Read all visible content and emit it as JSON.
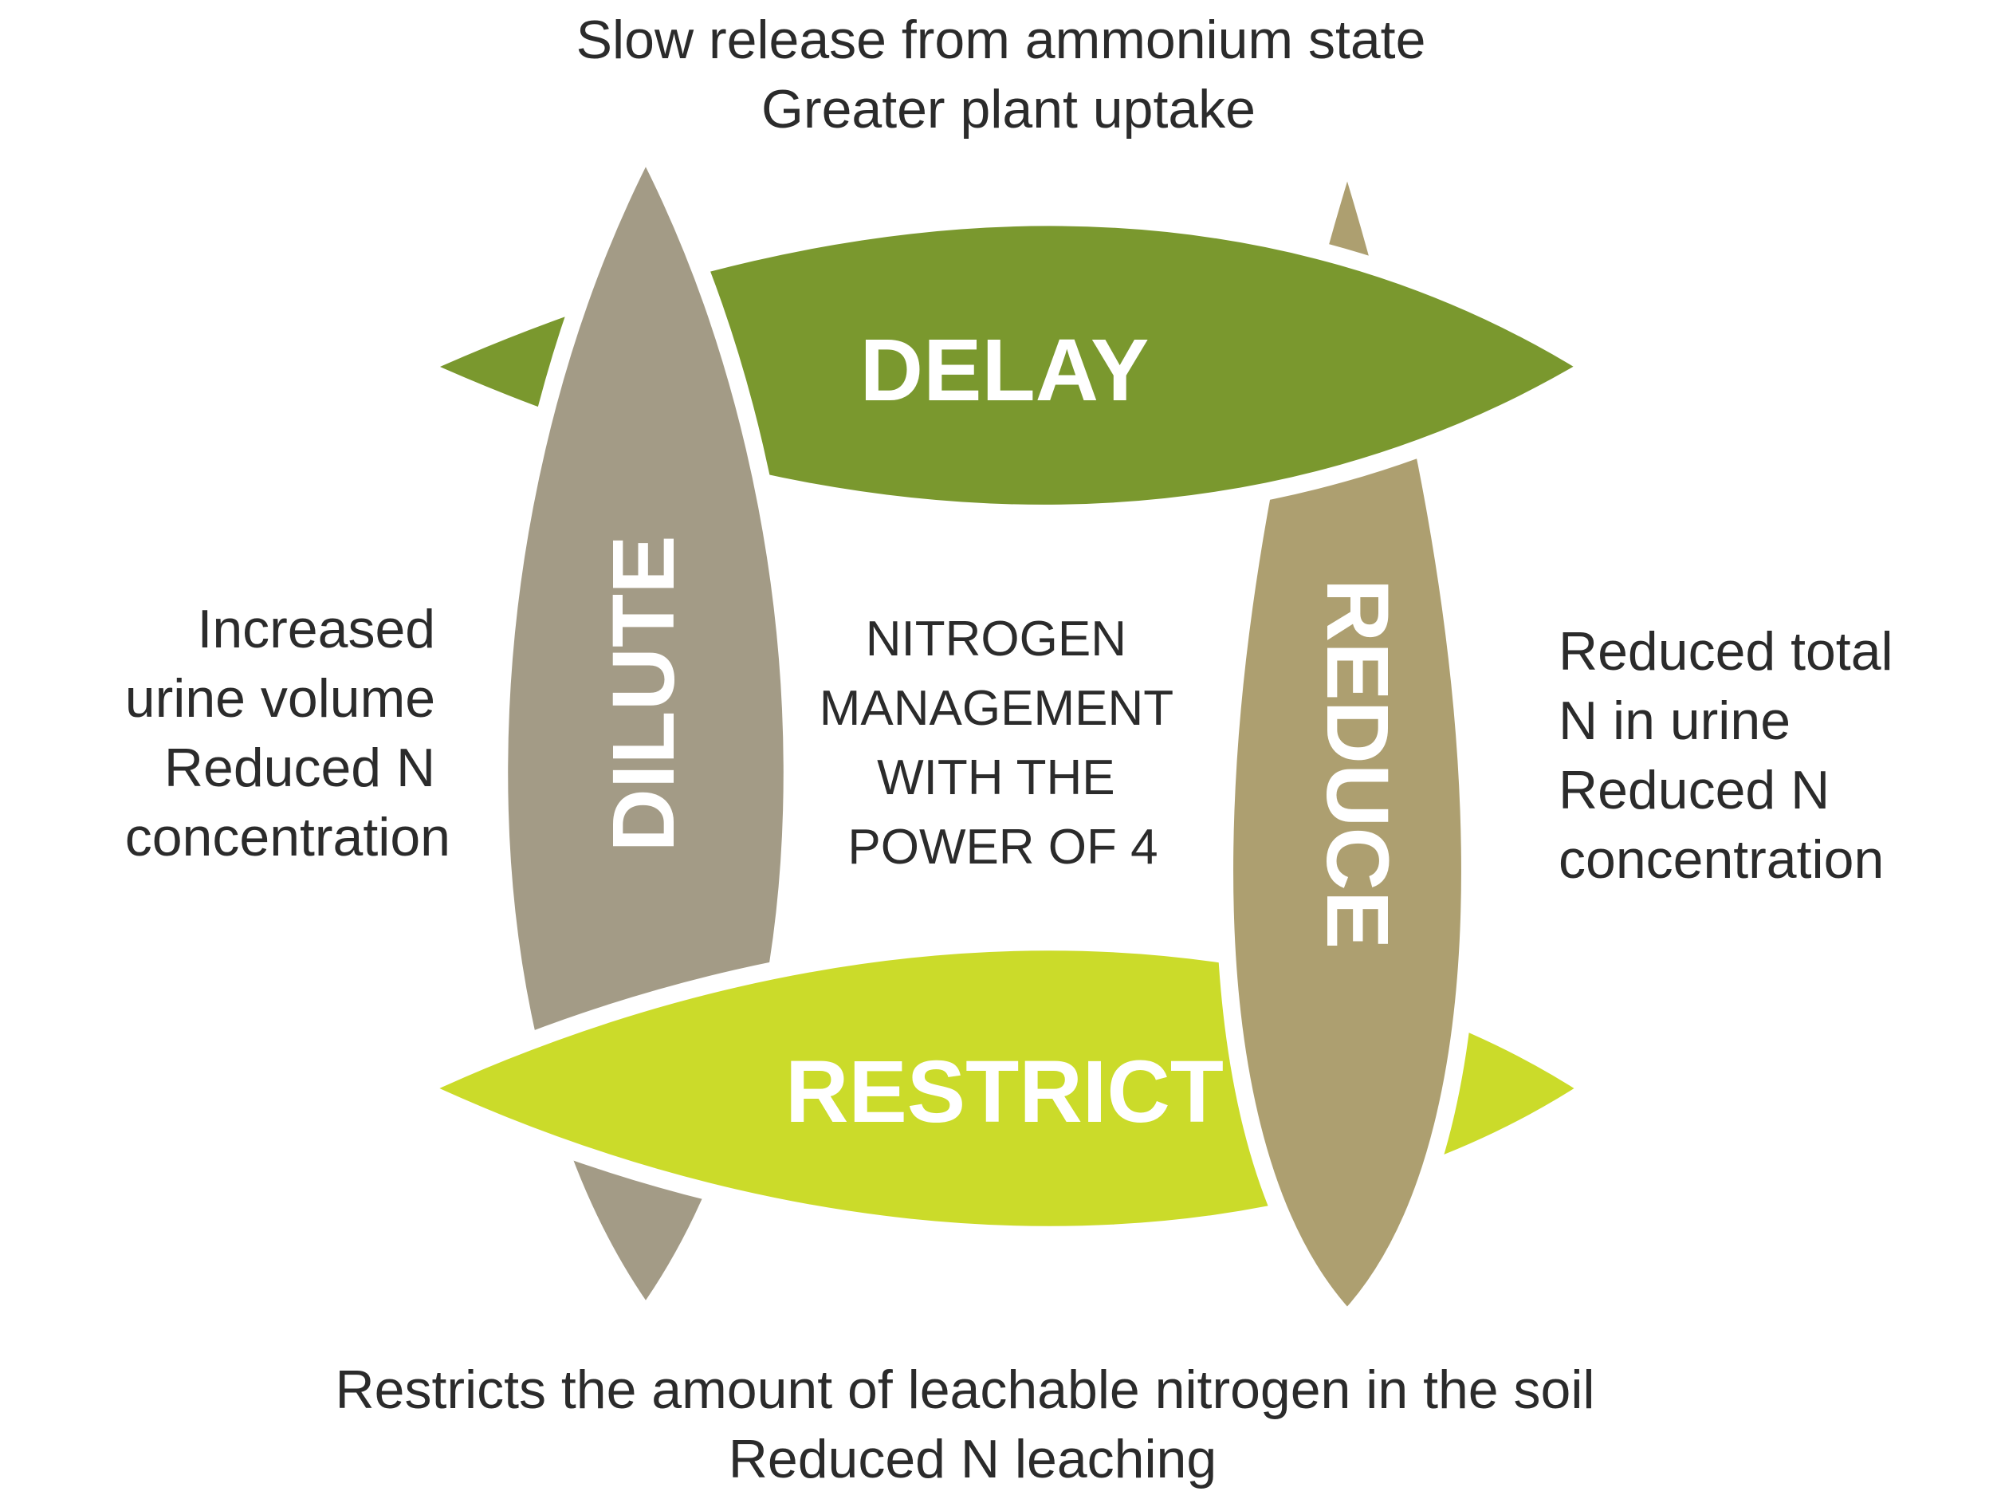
{
  "colors": {
    "delay": "#7a982e",
    "restrict": "#cbdb2a",
    "dilute": "#a39b86",
    "reduce": "#ad9f70",
    "text": "#2b2b2b",
    "label": "#ffffff"
  },
  "center": {
    "lines": [
      "NITROGEN",
      "MANAGEMENT",
      "WITH THE",
      "POWER OF 4"
    ]
  },
  "petals": {
    "delay": "DELAY",
    "restrict": "RESTRICT",
    "dilute": "DILUTE",
    "reduce": "REDUCE"
  },
  "notes": {
    "top": [
      "Slow release from ammonium state",
      "Greater plant uptake"
    ],
    "left": [
      "Increased",
      "urine volume",
      "Reduced N",
      "concentration"
    ],
    "right": [
      "Reduced total",
      "N in urine",
      "Reduced N",
      "concentration"
    ],
    "bottom": [
      "Restricts the amount of leachable nitrogen in the soil",
      "Reduced N leaching"
    ]
  }
}
